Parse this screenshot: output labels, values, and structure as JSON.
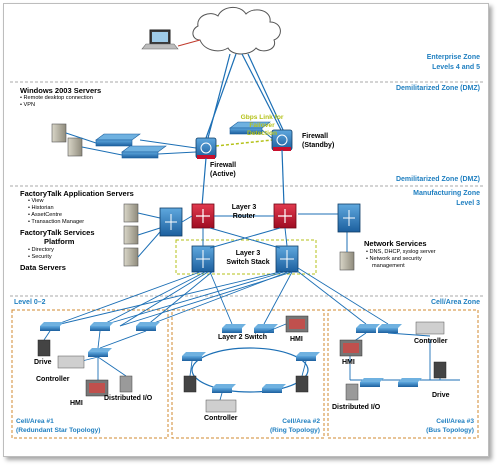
{
  "zones": {
    "enterprise": "Enterprise Zone",
    "enterprise_levels": "Levels 4 and 5",
    "dmz_top": "Demilitarized Zone (DMZ)",
    "dmz_bottom": "Demilitarized Zone (DMZ)",
    "manufacturing": "Manufacturing Zone",
    "manufacturing_level": "Level 3",
    "level": "Level 0–2",
    "cell_area": "Cell/Area Zone"
  },
  "windows_servers": {
    "title": "Windows 2003 Servers",
    "items": [
      "Remote desktop connection",
      "VPN"
    ]
  },
  "factorytalk_app": {
    "title": "FactoryTalk Application Servers",
    "items": [
      "View",
      "Historian",
      "AssetCentre",
      "Transaction Manager"
    ]
  },
  "factorytalk_platform": {
    "title_line1": "FactoryTalk  Services",
    "title_line2": "Platform",
    "items": [
      "Directory",
      "Security"
    ]
  },
  "data_servers": "Data Servers",
  "network_services": {
    "title": "Network Services",
    "items": [
      "DNS, DHCP, syslog server",
      "Network and security",
      "management"
    ]
  },
  "labels": {
    "gbps_link_line1": "Gbps Link for",
    "gbps_link_line2": "Failover",
    "gbps_link_line3": "Detection",
    "firewall_active_line1": "Firewall",
    "firewall_active_line2": "(Active)",
    "firewall_standby_line1": "Firewall",
    "firewall_standby_line2": "(Standby)",
    "l3_router_line1": "Layer 3",
    "l3_router_line2": "Router",
    "l3_switch_line1": "Layer 3",
    "l3_switch_line2": "Switch Stack",
    "l2_switch": "Layer 2 Switch",
    "drive1": "Drive",
    "controller1": "Controller",
    "hmi1": "HMI",
    "dist_io1": "Distributed I/O",
    "hmi2": "HMI",
    "controller2": "Controller",
    "hmi3": "HMI",
    "controller3": "Controller",
    "drive3": "Drive",
    "dist_io3": "Distributed I/O"
  },
  "cells": {
    "cell1_line1": "Cell/Area #1",
    "cell1_line2": "(Redundant Star Topology)",
    "cell2_line1": "Cell/Area #2",
    "cell2_line2": "(Ring Topology)",
    "cell3_line1": "Cell/Area #3",
    "cell3_line2": "(Bus Topology)"
  },
  "colors": {
    "zone_text": "#1f7fc0",
    "cisco_blue": "#1c6fb5",
    "firewall_red": "#c8102e",
    "link_green": "#b5c21a",
    "cell_border": "#d08a2f"
  }
}
